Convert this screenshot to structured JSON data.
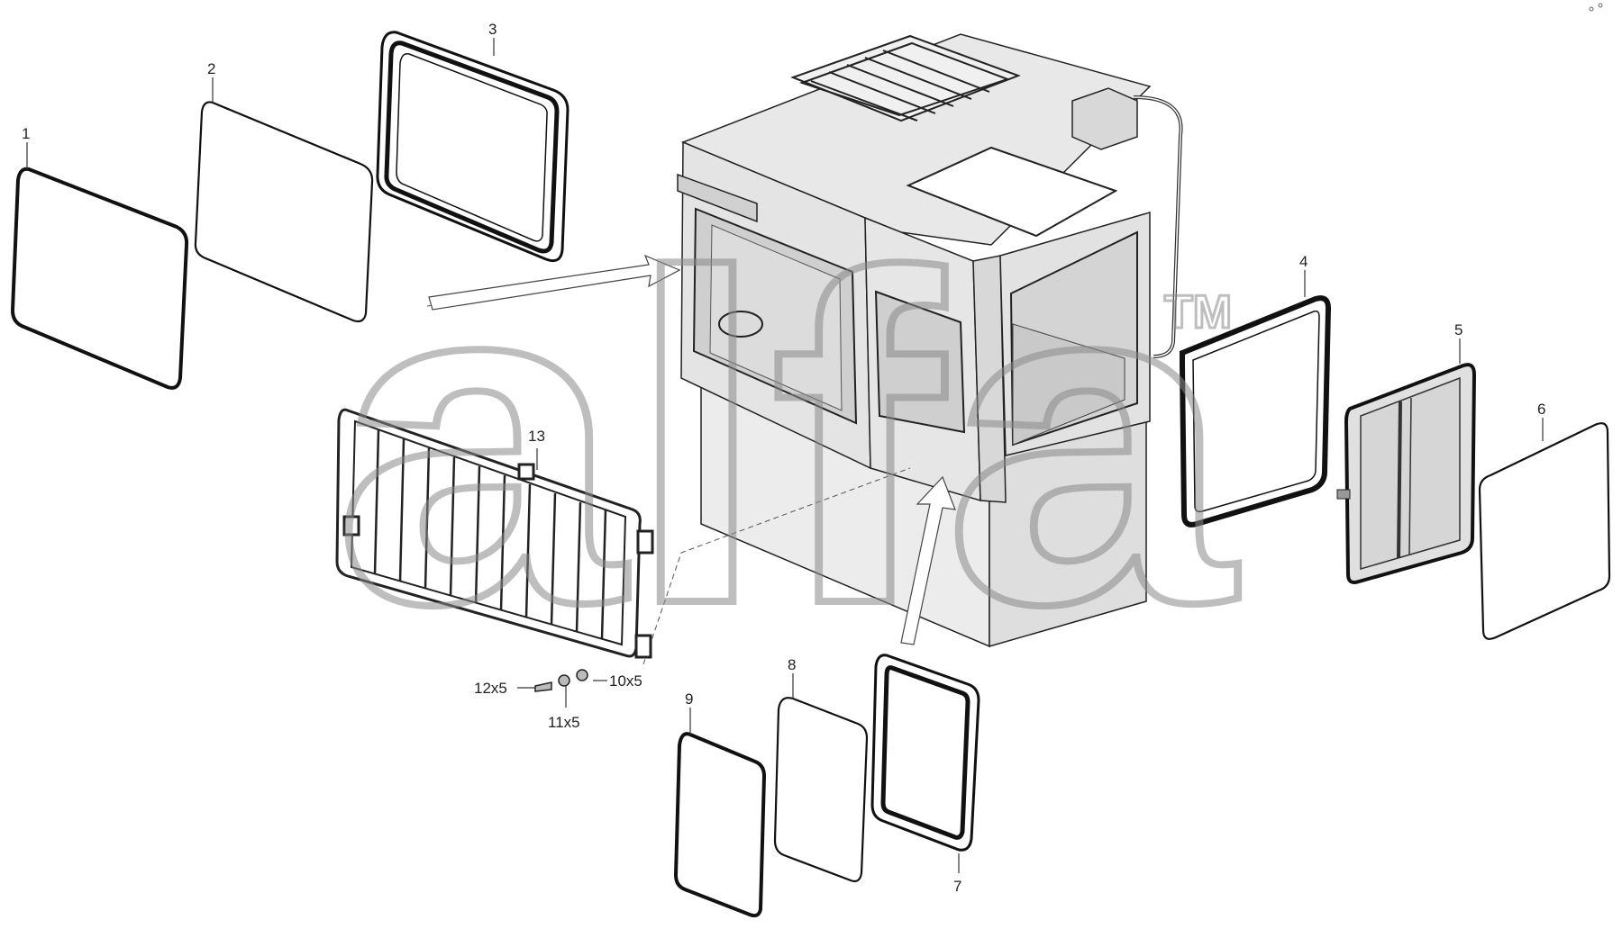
{
  "diagram": {
    "watermark": {
      "text": "alfa",
      "trademark": "TM"
    },
    "callouts": [
      {
        "id": "c1",
        "text": "1"
      },
      {
        "id": "c2",
        "text": "2"
      },
      {
        "id": "c3",
        "text": "3"
      },
      {
        "id": "c4",
        "text": "4"
      },
      {
        "id": "c5",
        "text": "5"
      },
      {
        "id": "c6",
        "text": "6"
      },
      {
        "id": "c7",
        "text": "7"
      },
      {
        "id": "c8",
        "text": "8"
      },
      {
        "id": "c9",
        "text": "9"
      },
      {
        "id": "c10",
        "text": "10x5"
      },
      {
        "id": "c11",
        "text": "11x5"
      },
      {
        "id": "c12",
        "text": "12x5"
      },
      {
        "id": "c13",
        "text": "13"
      }
    ],
    "colors": {
      "line": "#1a1a1a",
      "panel": "#e6e6e6",
      "glass": "#f2f2f2",
      "watermark": "#8a8a8a"
    }
  }
}
